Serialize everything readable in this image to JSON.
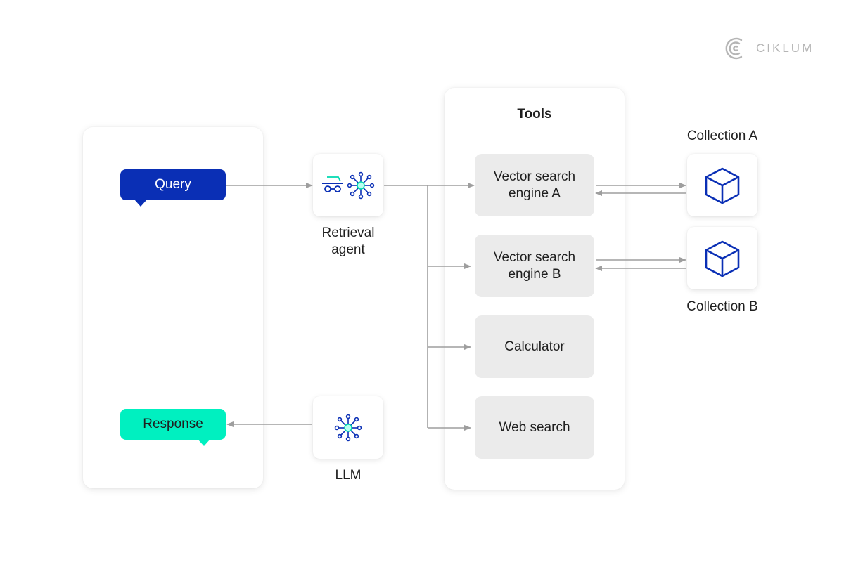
{
  "brand": {
    "name": "CIKLUM",
    "color": "#b5b5b5"
  },
  "colors": {
    "accent_blue": "#0a2fb5",
    "accent_teal": "#00f0c0",
    "arrow": "#9e9e9e",
    "tool_bg": "#ebebeb"
  },
  "query": {
    "label": "Query"
  },
  "response": {
    "label": "Response"
  },
  "retrieval_agent": {
    "label_line1": "Retrieval",
    "label_line2": "agent",
    "icons": [
      "agent-icon",
      "network-icon"
    ]
  },
  "llm": {
    "label": "LLM",
    "icon": "network-icon"
  },
  "tools": {
    "title": "Tools",
    "items": [
      {
        "line1": "Vector search",
        "line2": "engine A"
      },
      {
        "line1": "Vector search",
        "line2": "engine B"
      },
      {
        "line1": "Calculator",
        "line2": ""
      },
      {
        "line1": "Web search",
        "line2": ""
      }
    ]
  },
  "collections": [
    {
      "label": "Collection A",
      "icon": "cube-icon"
    },
    {
      "label": "Collection B",
      "icon": "cube-icon"
    }
  ]
}
